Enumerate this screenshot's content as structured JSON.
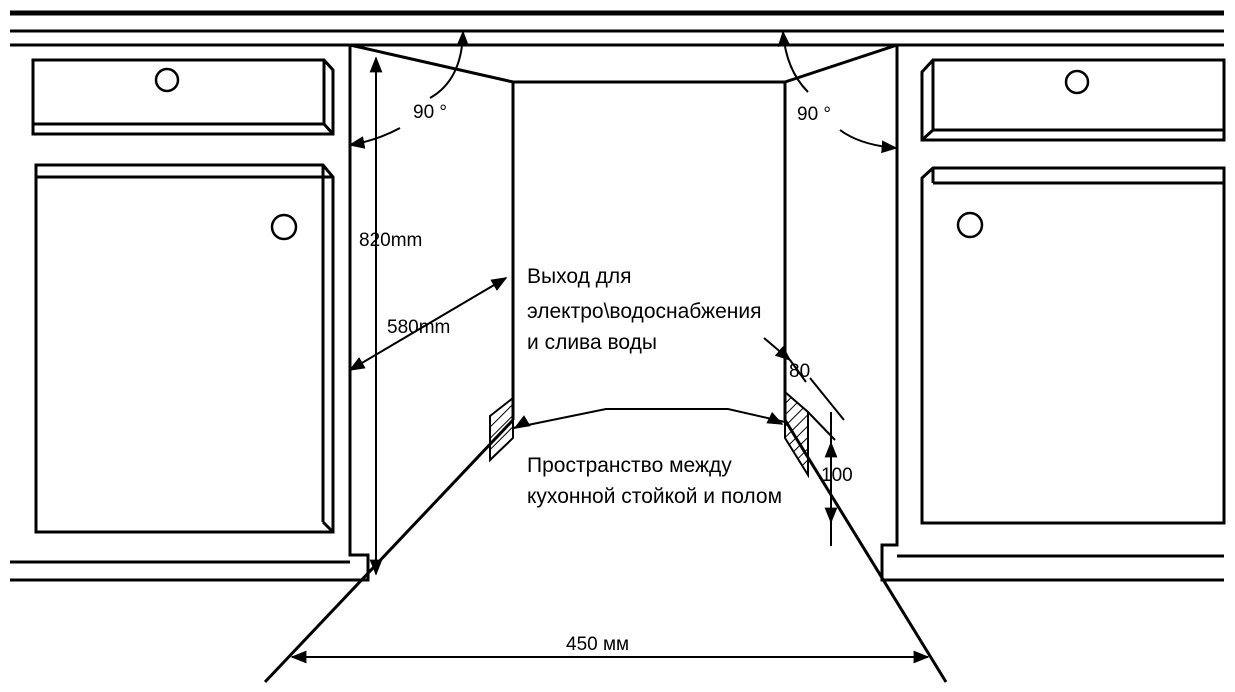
{
  "labels": {
    "angle_left": "90 °",
    "angle_right": "90 °",
    "height_820": "820mm",
    "depth_580": "580mm",
    "outlet_line1": "Выход для",
    "outlet_line2": "электро\\водоснабжения",
    "outlet_line3": "и слива воды",
    "gap_80": "80",
    "gap_100": "100",
    "space_line1": "Пространство между",
    "space_line2": "кухонной стойкой и полом",
    "width_450": "450 мм"
  },
  "colors": {
    "line": "#000000",
    "background": "#ffffff"
  }
}
